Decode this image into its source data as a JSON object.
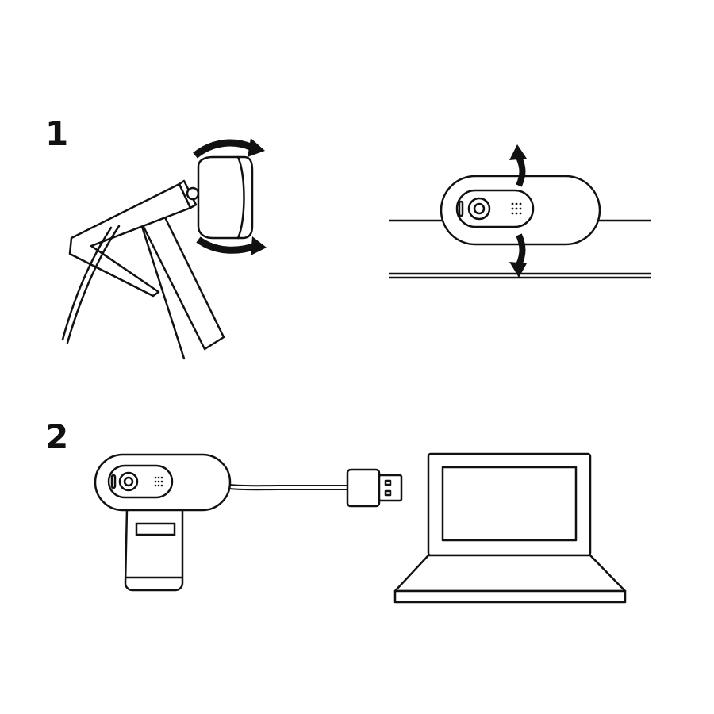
{
  "steps": [
    {
      "number": "1"
    },
    {
      "number": "2"
    }
  ],
  "colors": {
    "line": "#111111",
    "background": "#ffffff"
  },
  "icons": {
    "step1_left": "webcam-clip-on-monitor-rotate",
    "step1_right": "webcam-tilt-up-down",
    "step2_webcam": "webcam",
    "step2_plug": "usb-plug",
    "step2_laptop": "laptop"
  }
}
